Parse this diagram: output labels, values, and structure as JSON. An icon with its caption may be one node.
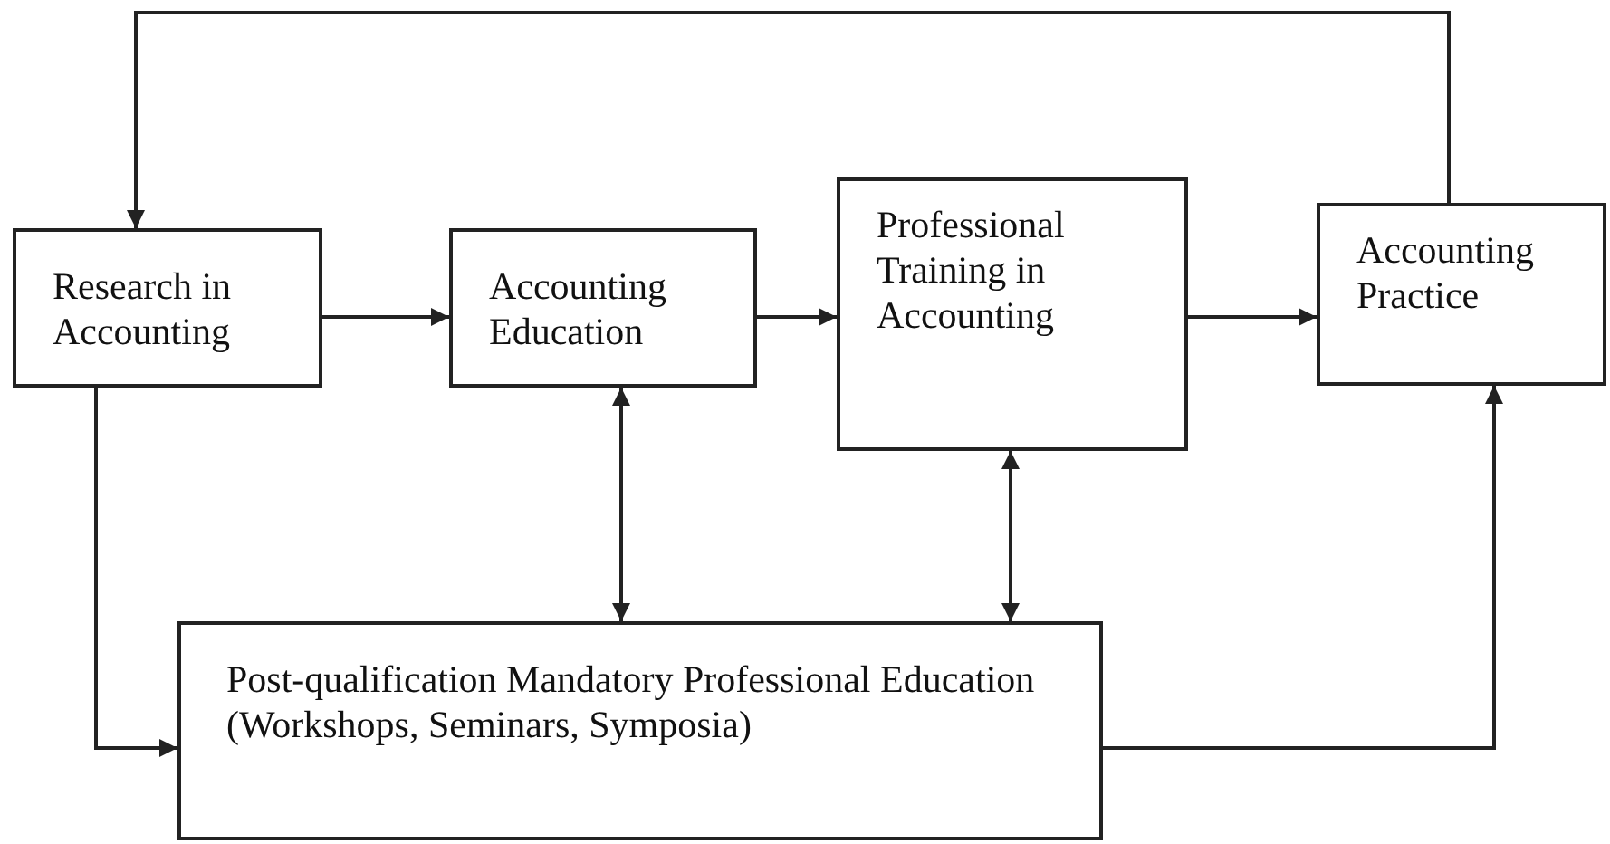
{
  "diagram": {
    "nodes": [
      {
        "text": [
          "Research in Accounting"
        ]
      },
      {
        "text": [
          "Accounting Education"
        ]
      },
      {
        "text": [
          "Professional Training in Accounting"
        ]
      },
      {
        "text": [
          "Accounting Practice"
        ]
      },
      {
        "text": [
          "Post-qualification Mandatory Professional Education (Workshops, Seminars, Symposia)"
        ]
      }
    ],
    "edges": [
      {
        "from": 0,
        "to": 1,
        "arrow": "to"
      },
      {
        "from": 1,
        "to": 2,
        "arrow": "to"
      },
      {
        "from": 2,
        "to": 3,
        "arrow": "to"
      },
      {
        "from": 3,
        "to": 0,
        "arrow": "to"
      },
      {
        "from": 1,
        "to": 4,
        "arrow": "both"
      },
      {
        "from": 2,
        "to": 4,
        "arrow": "both"
      },
      {
        "from": 0,
        "to": 4,
        "arrow": "to"
      },
      {
        "from": 4,
        "to": 3,
        "arrow": "to"
      }
    ]
  }
}
